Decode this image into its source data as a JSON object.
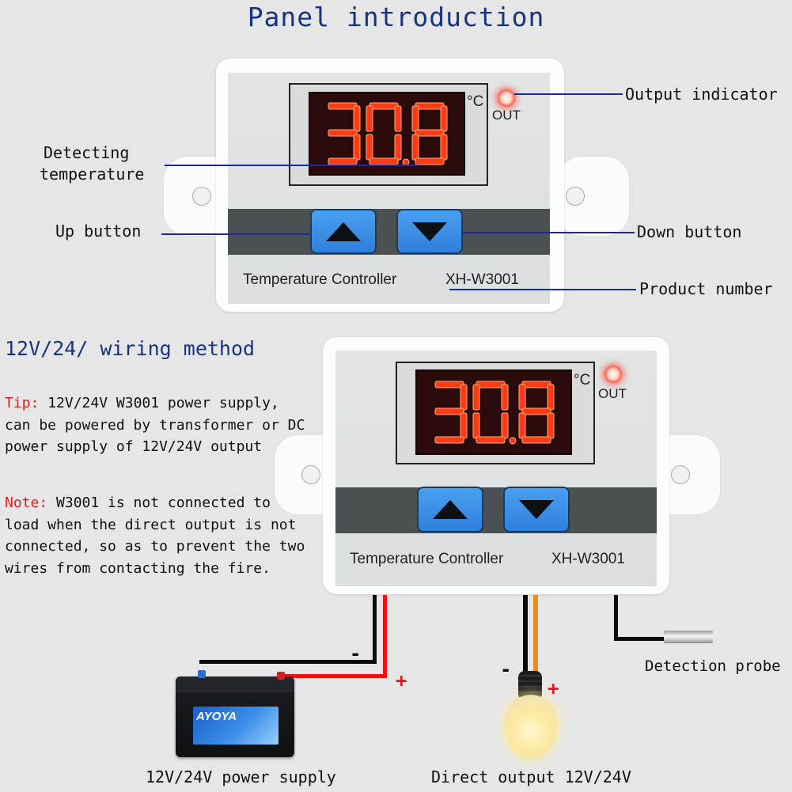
{
  "header": {
    "title": "Panel introduction"
  },
  "panel_intro": {
    "device": {
      "display_value": "30.8",
      "unit": "°C",
      "indicator_label": "OUT",
      "brand_text": "Temperature Controller",
      "model_text": "XH-W3001",
      "up_button": "up-arrow",
      "down_button": "down-arrow"
    },
    "callouts": {
      "output_indicator": "Output indicator",
      "detecting_temperature_line1": "Detecting",
      "detecting_temperature_line2": "temperature",
      "up_button": "Up button",
      "down_button": "Down button",
      "product_number": "Product number"
    }
  },
  "wiring": {
    "title": "12V/24/ wiring method",
    "tip": {
      "lead": "Tip:",
      "text": " 12V/24V W3001 power supply, can be powered by transformer or DC power supply of 12V/24V output"
    },
    "note": {
      "lead": "Note:",
      "text": "  W3001 is not connected to the load when the direct output is not connected, so as to prevent the two wires from contacting the fire."
    },
    "device": {
      "display_value": "30.8",
      "unit": "°C",
      "indicator_label": "OUT",
      "brand_text": "Temperature Controller",
      "model_text": "XH-W3001"
    },
    "power": {
      "label": "12V/24V power supply",
      "battery_brand": "AYOYA",
      "minus": "-",
      "plus": "+"
    },
    "output": {
      "label": "Direct output 12V/24V",
      "minus": "-",
      "plus": "+"
    },
    "probe": {
      "label": "Detection probe"
    }
  },
  "colors": {
    "background": "#e6e6e6",
    "title_blue": "#17347f",
    "leader_line": "#1a2a9a",
    "led_red": "#ff3a2a",
    "button_blue": "#3a8ce6",
    "wire_red": "#f01010",
    "wire_orange": "#f08a20",
    "tip_red": "#e02020"
  }
}
